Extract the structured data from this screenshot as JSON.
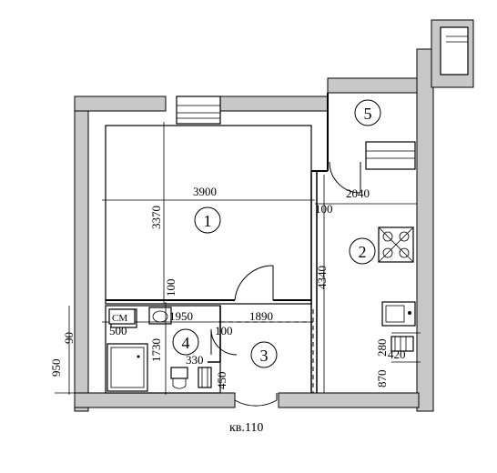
{
  "plan": {
    "apartment_label": "кв.110",
    "rooms": [
      {
        "number": "1"
      },
      {
        "number": "2"
      },
      {
        "number": "3"
      },
      {
        "number": "4"
      },
      {
        "number": "5"
      }
    ],
    "labels": {
      "washer": "СМ"
    },
    "dimensions": {
      "d3900": "3900",
      "d3370": "3370",
      "d2040": "2040",
      "d100a": "100",
      "d100b": "100",
      "d100c": "100",
      "d4340": "4340",
      "d1950": "1950",
      "d1890": "1890",
      "d500": "500",
      "d1730": "1730",
      "d330": "330",
      "d450": "450",
      "d950": "950",
      "d90": "90",
      "d280": "280",
      "d420": "420",
      "d870": "870"
    }
  }
}
